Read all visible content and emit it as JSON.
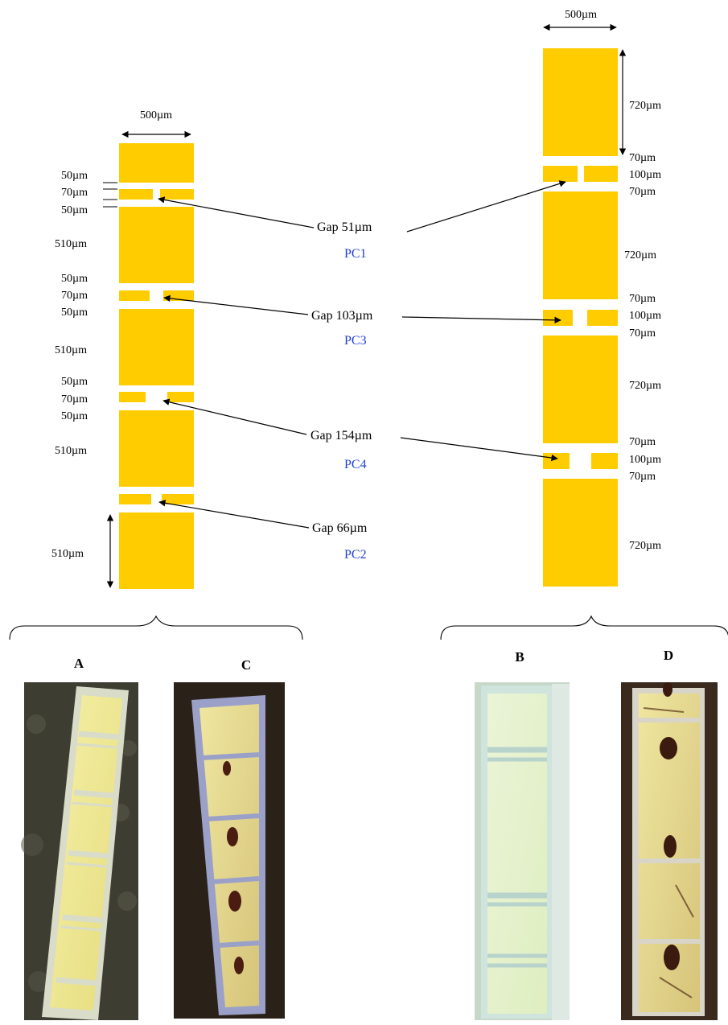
{
  "colors": {
    "electrode_gold": "#ffcc00",
    "label_blue": "#1f3fd8",
    "line": "#000000"
  },
  "left_design": {
    "width_label": "500µm",
    "dims": {
      "d1": "50µm",
      "d2": "70µm",
      "d3": "50µm",
      "d4": "510µm",
      "d5": "50µm",
      "d6": "70µm",
      "d7": "50µm",
      "d8": "510µm",
      "d9": "50µm",
      "d10": "70µm",
      "d11": "50µm",
      "d12": "510µm",
      "d13": "510µm"
    }
  },
  "right_design": {
    "width_label": "500µm",
    "dims": {
      "d1": "720µm",
      "d2": "70µm",
      "d3": "100µm",
      "d4": "70µm",
      "d5": "720µm",
      "d6": "70µm",
      "d7": "100µm",
      "d8": "70µm",
      "d9": "720µm",
      "d10": "70µm",
      "d11": "100µm",
      "d12": "70µm",
      "d13": "720µm"
    }
  },
  "gaps": [
    {
      "gap": "Gap 51µm",
      "pc": "PC1"
    },
    {
      "gap": "Gap 103µm",
      "pc": "PC3"
    },
    {
      "gap": "Gap 154µm",
      "pc": "PC4"
    },
    {
      "gap": "Gap 66µm",
      "pc": "PC2"
    }
  ],
  "photos": {
    "a": "A",
    "b": "B",
    "c": "C",
    "d": "D"
  }
}
